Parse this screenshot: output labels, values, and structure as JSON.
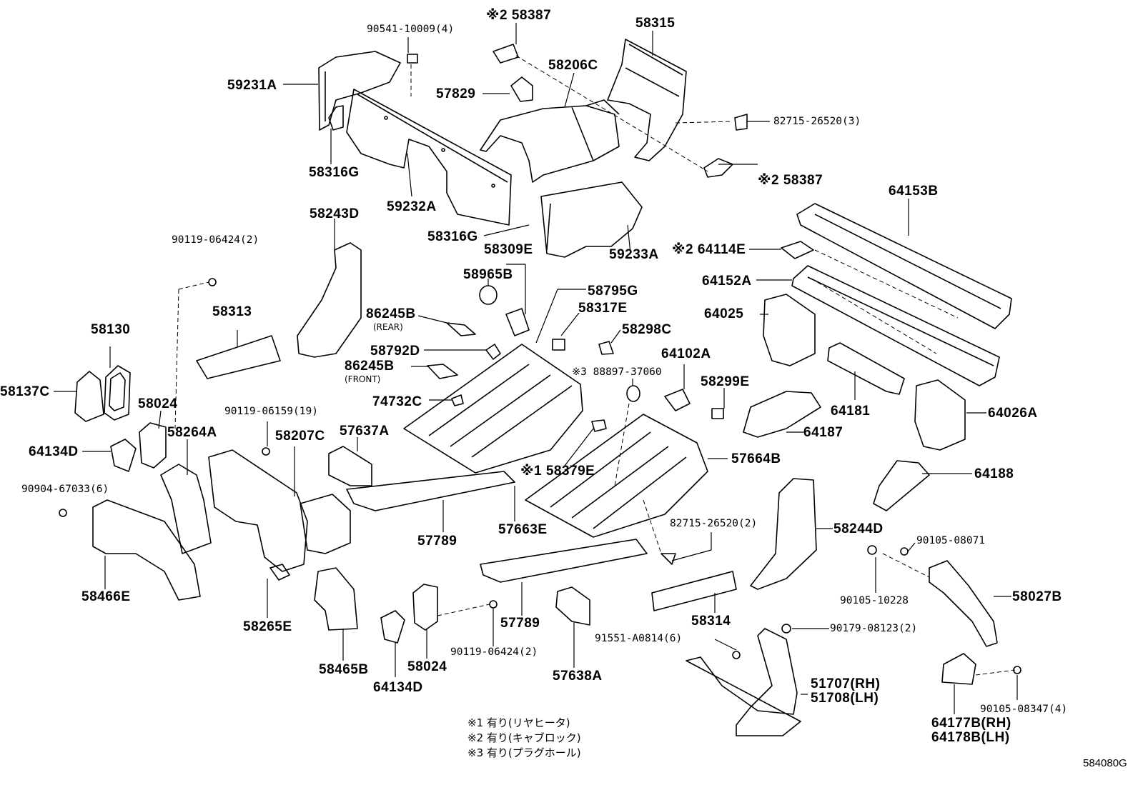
{
  "parts": [
    {
      "id": "p01",
      "text": "90541-10009(4)"
    },
    {
      "id": "p02",
      "text": "※2 58387"
    },
    {
      "id": "p03",
      "text": "58315"
    },
    {
      "id": "p04",
      "text": "59231A"
    },
    {
      "id": "p05",
      "text": "58206C"
    },
    {
      "id": "p06",
      "text": "57829"
    },
    {
      "id": "p07",
      "text": "82715-26520(3)"
    },
    {
      "id": "p08",
      "text": "58316G"
    },
    {
      "id": "p09",
      "text": "59232A"
    },
    {
      "id": "p10",
      "text": "※2 58387"
    },
    {
      "id": "p11",
      "text": "64153B"
    },
    {
      "id": "p12",
      "text": "58243D"
    },
    {
      "id": "p13",
      "text": "58316G"
    },
    {
      "id": "p14",
      "text": "58309E"
    },
    {
      "id": "p15",
      "text": "59233A"
    },
    {
      "id": "p16",
      "text": "90119-06424(2)"
    },
    {
      "id": "p17",
      "text": "※2 64114E"
    },
    {
      "id": "p18",
      "text": "58965B"
    },
    {
      "id": "p19",
      "text": "64152A"
    },
    {
      "id": "p20",
      "text": "58313"
    },
    {
      "id": "p21",
      "text": "58795G"
    },
    {
      "id": "p22",
      "text": "58317E"
    },
    {
      "id": "p23",
      "text": "86245B"
    },
    {
      "id": "p24",
      "text": "64025"
    },
    {
      "id": "p25",
      "text": "58298C"
    },
    {
      "id": "p26",
      "text": "58130"
    },
    {
      "id": "p27",
      "text": "58792D"
    },
    {
      "id": "p28",
      "text": "86245B"
    },
    {
      "id": "p29",
      "text": "64102A"
    },
    {
      "id": "p30",
      "text": "※3 88897-37060"
    },
    {
      "id": "p31",
      "text": "58137C"
    },
    {
      "id": "p32",
      "text": "74732C"
    },
    {
      "id": "p33",
      "text": "58299E"
    },
    {
      "id": "p34",
      "text": "58024"
    },
    {
      "id": "p35",
      "text": "90119-06159(19)"
    },
    {
      "id": "p36",
      "text": "64181"
    },
    {
      "id": "p37",
      "text": "64026A"
    },
    {
      "id": "p38",
      "text": "58264A"
    },
    {
      "id": "p39",
      "text": "57637A"
    },
    {
      "id": "p40",
      "text": "58207C"
    },
    {
      "id": "p41",
      "text": "64187"
    },
    {
      "id": "p42",
      "text": "64134D"
    },
    {
      "id": "p43",
      "text": "57664B"
    },
    {
      "id": "p44",
      "text": "※1 58379E"
    },
    {
      "id": "p45",
      "text": "64188"
    },
    {
      "id": "p46",
      "text": "90904-67033(6)"
    },
    {
      "id": "p47",
      "text": "57789"
    },
    {
      "id": "p48",
      "text": "57663E"
    },
    {
      "id": "p49",
      "text": "82715-26520(2)"
    },
    {
      "id": "p50",
      "text": "58244D"
    },
    {
      "id": "p51",
      "text": "90105-08071"
    },
    {
      "id": "p52",
      "text": "58466E"
    },
    {
      "id": "p53",
      "text": "58027B"
    },
    {
      "id": "p54",
      "text": "90105-10228"
    },
    {
      "id": "p55",
      "text": "58265E"
    },
    {
      "id": "p56",
      "text": "57789"
    },
    {
      "id": "p57",
      "text": "58314"
    },
    {
      "id": "p58",
      "text": "90179-08123(2)"
    },
    {
      "id": "p59",
      "text": "91551-A0814(6)"
    },
    {
      "id": "p60",
      "text": "90119-06424(2)"
    },
    {
      "id": "p61",
      "text": "58465B"
    },
    {
      "id": "p62",
      "text": "58024"
    },
    {
      "id": "p63",
      "text": "57638A"
    },
    {
      "id": "p64",
      "text": "51707(RH)"
    },
    {
      "id": "p65",
      "text": "51708(LH)"
    },
    {
      "id": "p66",
      "text": "64134D"
    },
    {
      "id": "p67",
      "text": "90105-08347(4)"
    },
    {
      "id": "p68",
      "text": "64177B(RH)"
    },
    {
      "id": "p69",
      "text": "64178B(LH)"
    }
  ],
  "sub_labels": {
    "rear": "(REAR)",
    "front": "(FRONT)"
  },
  "notes": [
    "※1 有り(リヤヒータ)",
    "※2 有り(キャブロック)",
    "※3 有り(プラグホール)"
  ],
  "diagram_code": "584080G"
}
